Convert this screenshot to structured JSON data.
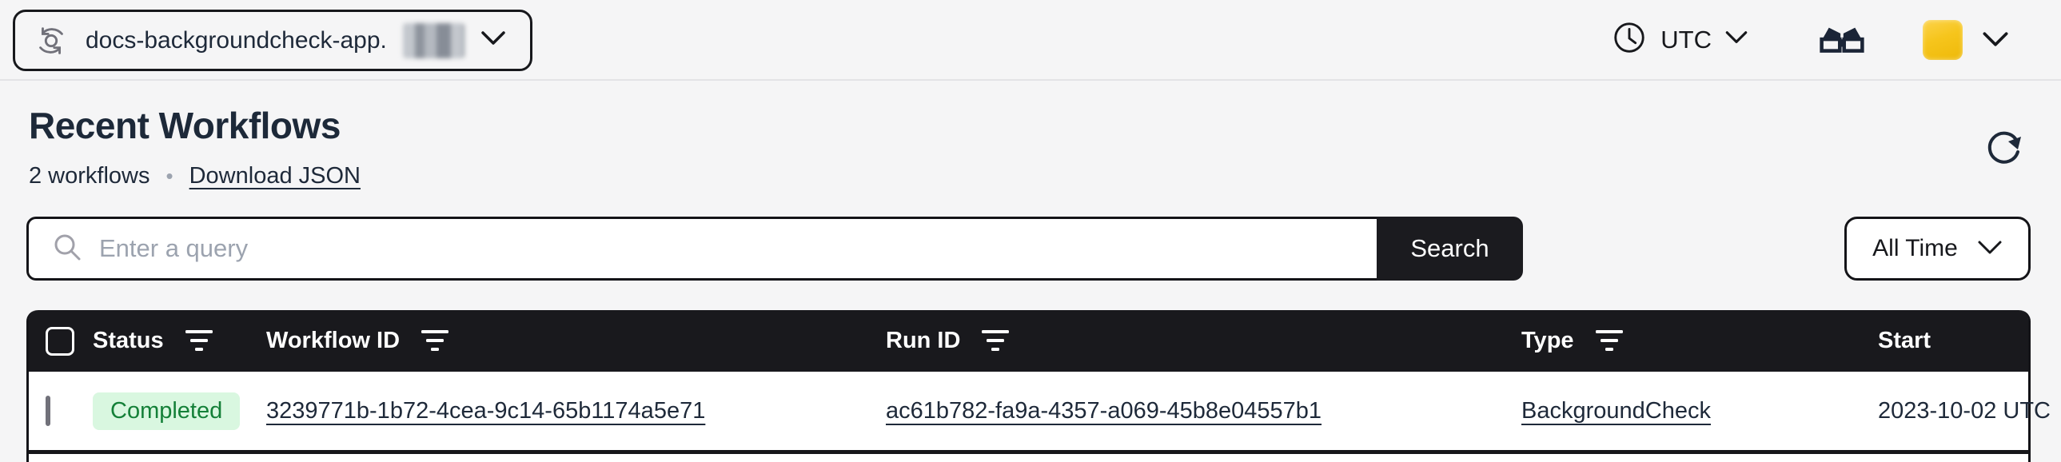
{
  "topbar": {
    "namespace": {
      "label": "docs-backgroundcheck-app.",
      "redacted_suffix": true
    },
    "timezone": {
      "label": "UTC"
    }
  },
  "page": {
    "title": "Recent Workflows",
    "count_label": "2 workflows",
    "separator": "•",
    "download_label": "Download JSON"
  },
  "search": {
    "placeholder": "Enter a query",
    "button_label": "Search",
    "time_filter_label": "All Time"
  },
  "table": {
    "columns": [
      {
        "label": "",
        "filterable": false
      },
      {
        "label": "Status",
        "filterable": true
      },
      {
        "label": "Workflow ID",
        "filterable": true
      },
      {
        "label": "Run ID",
        "filterable": true
      },
      {
        "label": "Type",
        "filterable": true
      },
      {
        "label": "Start",
        "filterable": false
      }
    ],
    "rows": [
      {
        "status": "Completed",
        "workflow_id": "3239771b-1b72-4cea-9c14-65b1174a5e71",
        "run_id": "ac61b782-fa9a-4357-a069-45b8e04557b1",
        "type": "BackgroundCheck",
        "start": "2023-10-02 UTC"
      }
    ]
  },
  "colors": {
    "page_bg": "#f5f5f6",
    "dark_ui": "#19191d",
    "text_navy": "#1e2939",
    "badge_bg": "#d9f7e0",
    "badge_text": "#148038",
    "placeholder": "#9ca3af",
    "avatar_yellow": "#f6c51c"
  }
}
